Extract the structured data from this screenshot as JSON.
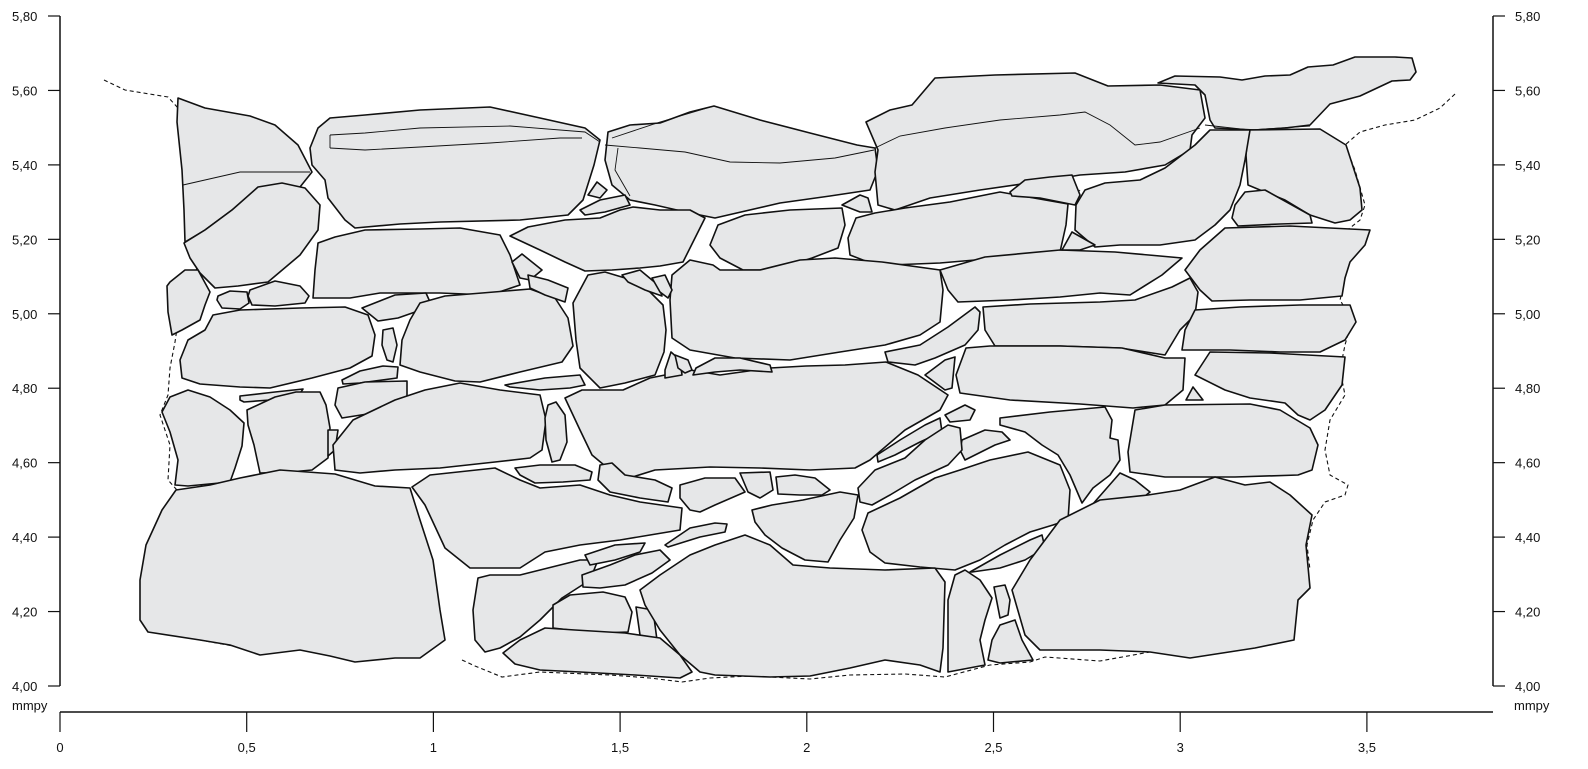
{
  "left_axis": {
    "ticks": [
      "4,00",
      "4,20",
      "4,40",
      "4,60",
      "4,80",
      "5,00",
      "5,20",
      "5,40",
      "5,60",
      "5,80"
    ],
    "unit": "mmpy"
  },
  "right_axis": {
    "ticks": [
      "4,00",
      "4,20",
      "4,40",
      "4,60",
      "4,80",
      "5,00",
      "5,20",
      "5,40",
      "5,60",
      "5,80"
    ],
    "unit": "mmpy"
  },
  "bottom_axis": {
    "ticks": [
      "0",
      "0,5",
      "1",
      "1,5",
      "2",
      "2,5",
      "3",
      "3,5"
    ]
  },
  "diagram": {
    "subject": "stone masonry wall elevation",
    "fill_color": "#e6e7e8",
    "stroke_color": "#111111",
    "outline_style": "dashed"
  }
}
